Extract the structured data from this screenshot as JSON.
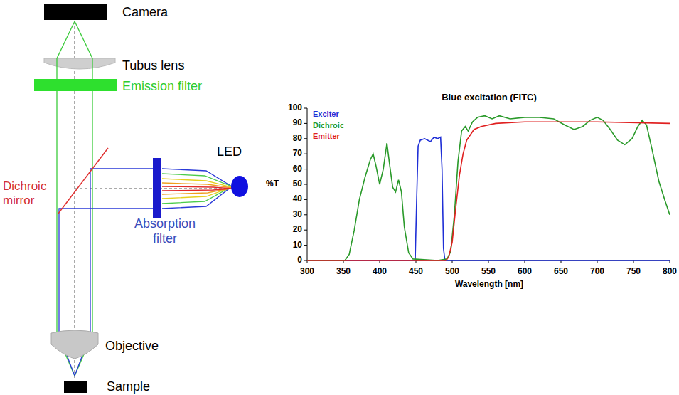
{
  "diagram": {
    "labels": [
      "Camera",
      "Tubus lens",
      "Emission filter",
      "Dichroic mirror",
      "Absorption filter",
      "LED",
      "Objective",
      "Sample",
      "Blue excitation (FITC)",
      "%T",
      "Wavelength [nm]",
      "100",
      "90",
      "80",
      "70",
      "60",
      "50",
      "40",
      "30",
      "20",
      "10",
      "0",
      "300",
      "350",
      "400",
      "450",
      "500",
      "550",
      "600",
      "650",
      "700",
      "750",
      "800"
    ],
    "legend": [
      {
        "text": "Exciter",
        "color": "#1f2fd6"
      },
      {
        "text": "Dichroic",
        "color": "#2a9a2a"
      },
      {
        "text": "Emitter",
        "color": "#e02020"
      }
    ]
  }
}
